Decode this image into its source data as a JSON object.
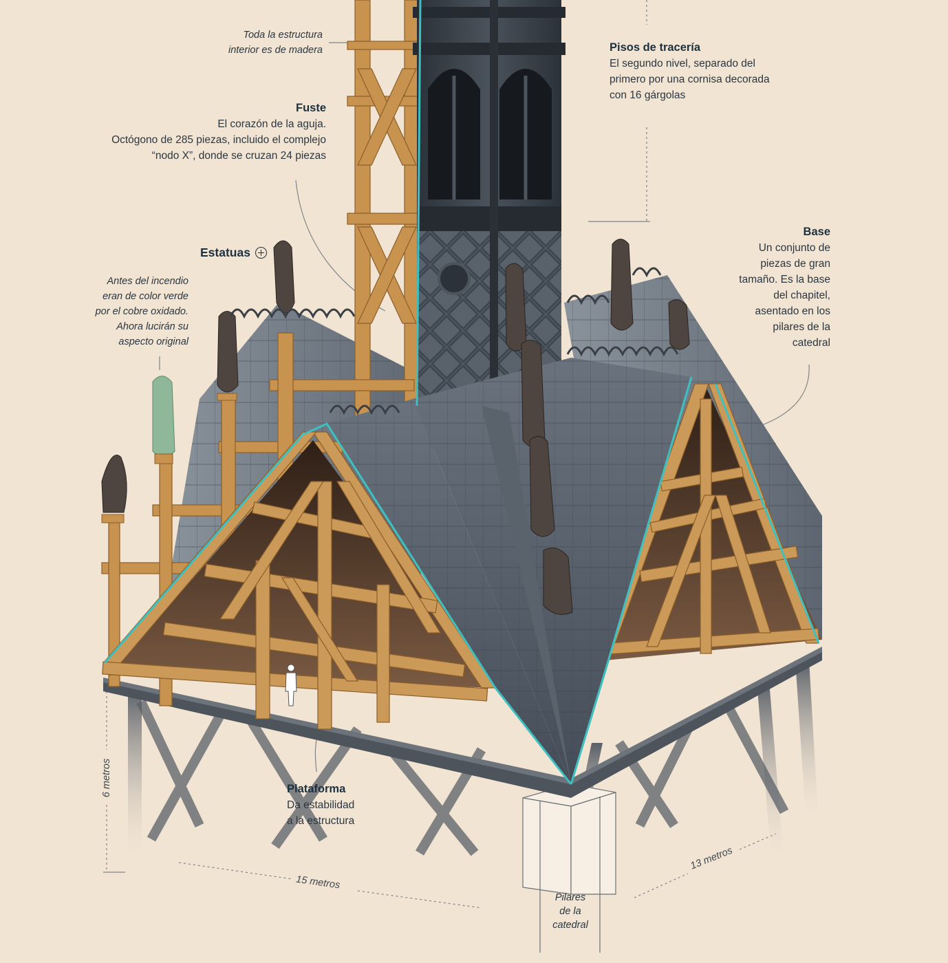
{
  "labels": {
    "madera": {
      "line1": "Toda la estructura",
      "line2": "interior es de madera"
    },
    "pisos": {
      "title": "Pisos de tracería",
      "line1": "El segundo nivel, separado del",
      "line2": "primero por una cornisa decorada",
      "line3": "con 16 gárgolas"
    },
    "fuste": {
      "title": "Fuste",
      "line1": "El corazón de la aguja.",
      "line2": "Octógono de 285 piezas, incluido el complejo",
      "line3": "“nodo X”, donde se cruzan 24 piezas"
    },
    "estatuas": {
      "title": "Estatuas",
      "line1": "Antes del incendio",
      "line2": "eran de color verde",
      "line3": "por el cobre oxidado.",
      "line4": "Ahora lucirán su",
      "line5": "aspecto original"
    },
    "base": {
      "title": "Base",
      "line1": "Un conjunto de",
      "line2": "piezas de gran",
      "line3": "tamaño. Es la base",
      "line4": "del chapitel,",
      "line5": "asentado en los",
      "line6": "pilares de la",
      "line7": "catedral"
    },
    "plataforma": {
      "title": "Plataforma",
      "line1": "Da estabilidad",
      "line2": "a la estructura"
    },
    "pilares": {
      "line1": "Pilares",
      "line2": "de la",
      "line3": "catedral"
    }
  },
  "dimensions": {
    "height": "6 metros",
    "width": "15 metros",
    "depth": "13 metros"
  },
  "colors": {
    "background": "#f1e4d3",
    "wood": "#c6904f",
    "slate": "#4b5560",
    "spire": "#353c44",
    "copper_green": "#8fb89a",
    "edge_accent": "#3fc0c0",
    "text": "#1f2a33"
  }
}
